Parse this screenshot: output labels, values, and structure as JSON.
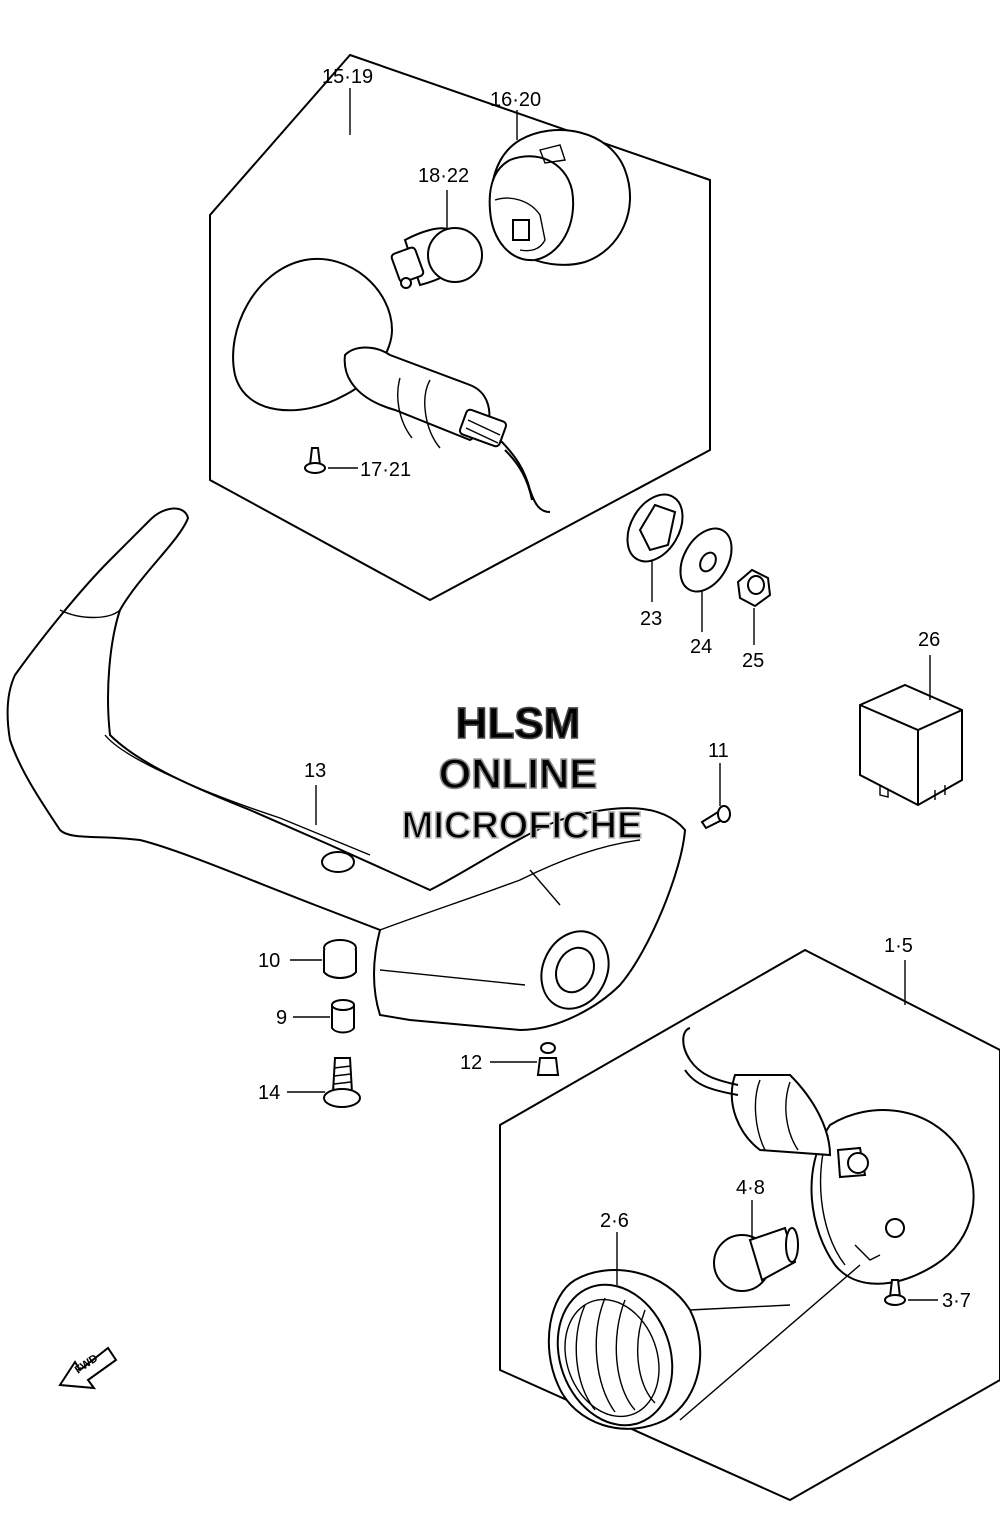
{
  "labels": {
    "l15_19": "15·19",
    "l16_20": "16·20",
    "l18_22": "18·22",
    "l17_21": "17·21",
    "l23": "23",
    "l24": "24",
    "l25": "25",
    "l26": "26",
    "l11": "11",
    "l13": "13",
    "l10": "10",
    "l9": "9",
    "l14": "14",
    "l12": "12",
    "l1_5": "1·5",
    "l4_8": "4·8",
    "l2_6": "2·6",
    "l3_7": "3·7"
  },
  "watermark": {
    "line1": "HLSM",
    "line2": "ONLINE",
    "line3": "MICROFICHE"
  },
  "fwd": "FWD"
}
